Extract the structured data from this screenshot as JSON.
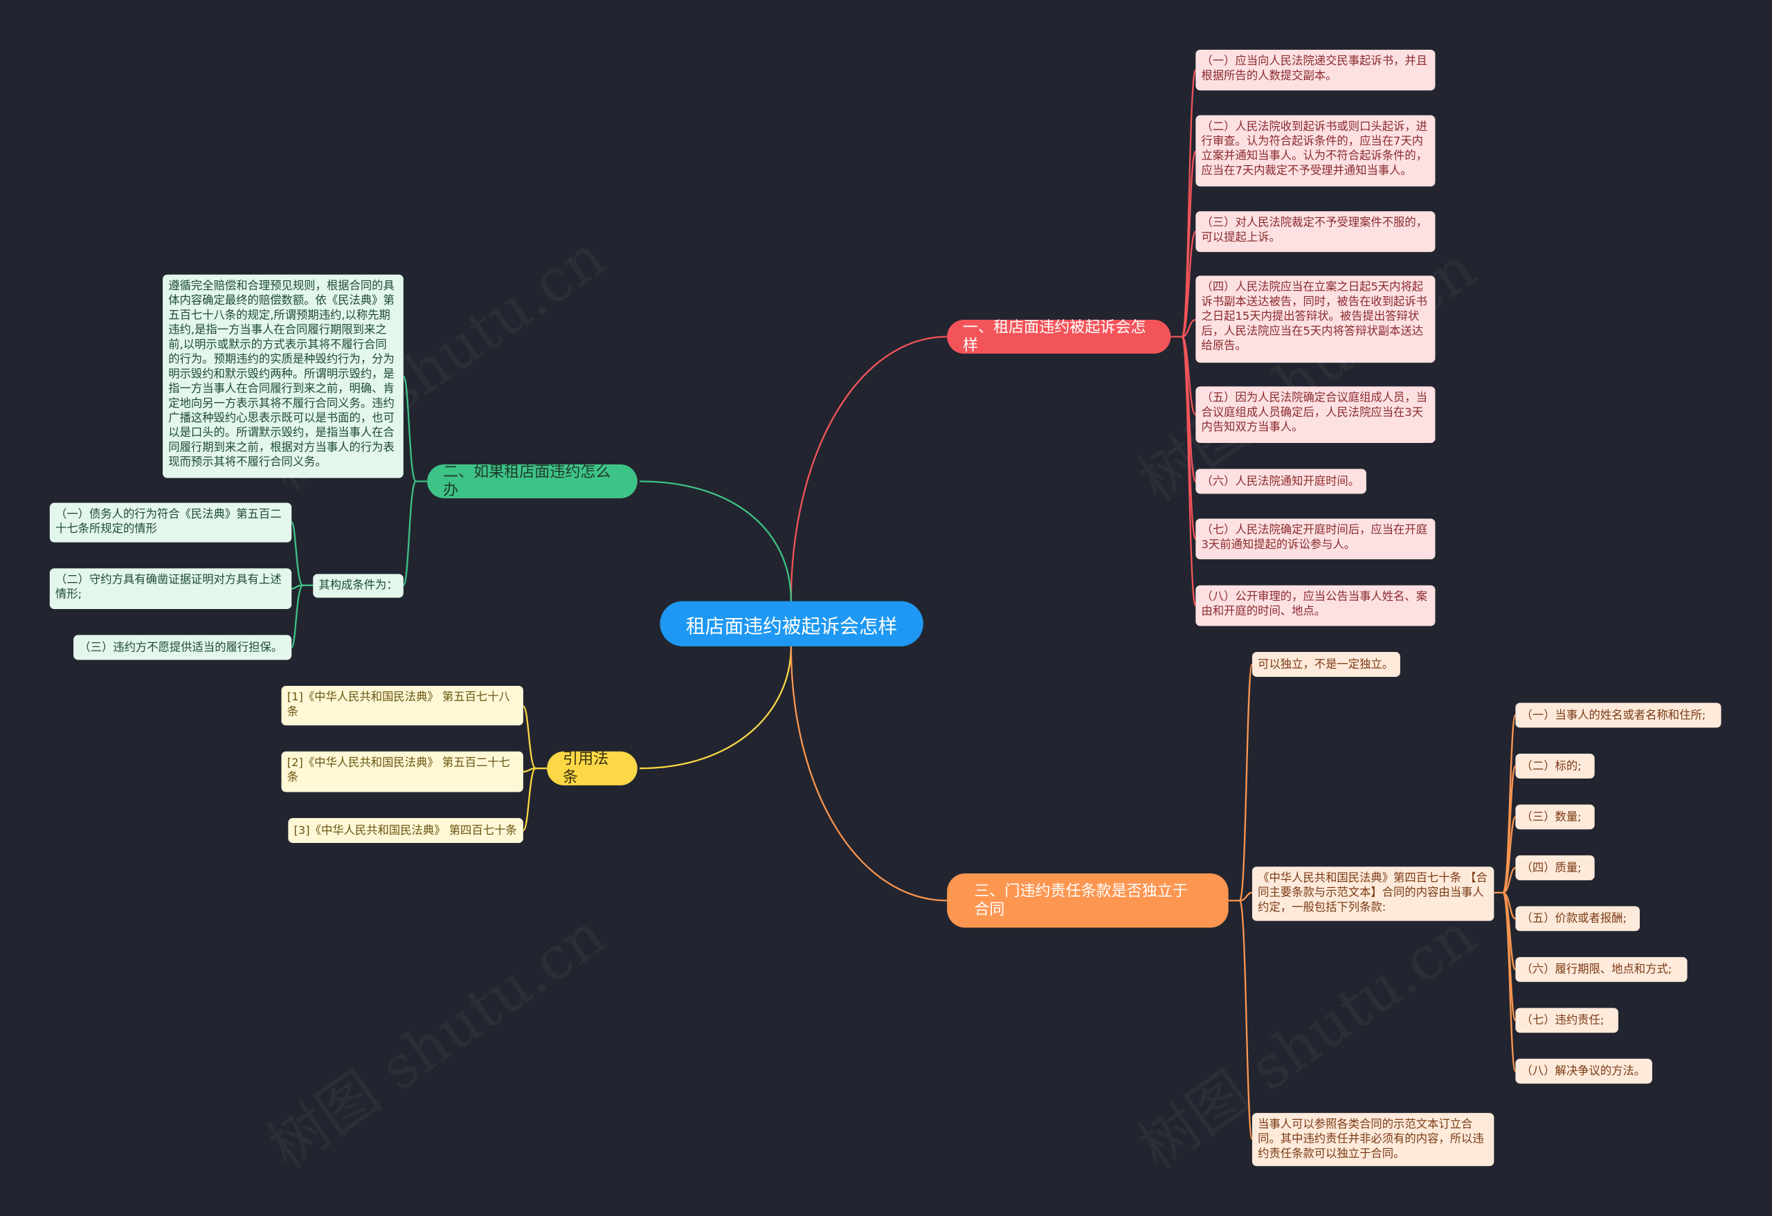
{
  "watermarks": [
    "树图 shutu.cn",
    "树图 shutu.cn",
    "树图 shutu.cn",
    "树图 shutu.cn"
  ],
  "root": "租店面违约被起诉会怎样",
  "branch1": {
    "title": "一、租店面违约被起诉会怎样",
    "items": [
      "（一）应当向人民法院递交民事起诉书，并且根据所告的人数提交副本。",
      "（二）人民法院收到起诉书或则口头起诉，进行审查。认为符合起诉条件的，应当在7天内立案并通知当事人。认为不符合起诉条件的，应当在7天内裁定不予受理并通知当事人。",
      "（三）对人民法院裁定不予受理案件不服的，可以提起上诉。",
      "（四）人民法院应当在立案之日起5天内将起诉书副本送达被告，同时，被告在收到起诉书之日起15天内提出答辩状。被告提出答辩状后，人民法院应当在5天内将答辩状副本送达给原告。",
      "（五）因为人民法院确定合议庭组成人员，当合议庭组成人员确定后，人民法院应当在3天内告知双方当事人。",
      "（六）人民法院通知开庭时间。",
      "（七）人民法院确定开庭时间后，应当在开庭3天前通知提起的诉讼参与人。",
      "（八）公开审理的，应当公告当事人姓名、案由和开庭的时间、地点。"
    ]
  },
  "branch2": {
    "title": "二、如果租店面违约怎么办",
    "desc": "遵循完全赔偿和合理预见规则，根据合同的具体内容确定最终的赔偿数额。依《民法典》第五百七十八条的规定,所谓预期违约,以称先期违约,是指一方当事人在合同履行期限到来之前,以明示或默示的方式表示其将不履行合同的行为。预期违约的实质是种毁约行为，分为明示毁约和默示毁约两种。所谓明示毁约，是指一方当事人在合同履行到来之前，明确、肯定地向另一方表示其将不履行合同义务。违约广播这种毁约心思表示既可以是书面的，也可以是口头的。所谓默示毁约，是指当事人在合同履行期到来之前，根据对方当事人的行为表现而预示其将不履行合同义务。",
    "cond_label": "其构成条件为：",
    "conds": [
      "（一）债务人的行为符合《民法典》第五百二十七条所规定的情形",
      "（二）守约方具有确凿证据证明对方具有上述情形;",
      "（三）违约方不愿提供适当的履行担保。"
    ]
  },
  "branch3": {
    "title": "引用法条",
    "items": [
      "[1]《中华人民共和国民法典》 第五百七十八条",
      "[2]《中华人民共和国民法典》 第五百二十七条",
      "[3]《中华人民共和国民法典》 第四百七十条"
    ]
  },
  "branch4": {
    "title": "三、门违约责任条款是否独立于合同",
    "item1": "可以独立，不是一定独立。",
    "item2": "《中华人民共和国民法典》第四百七十条 【合同主要条款与示范文本】合同的内容由当事人约定，一般包括下列条款:",
    "subitems": [
      "（一）当事人的姓名或者名称和住所;",
      "（二）标的;",
      "（三）数量;",
      "（四）质量;",
      "（五）价款或者报酬;",
      "（六）履行期限、地点和方式;",
      "（七）违约责任;",
      "（八）解决争议的方法。"
    ],
    "item3": "当事人可以参照各类合同的示范文本订立合同。其中违约责任并非必须有的内容，所以违约责任条款可以独立于合同。"
  }
}
